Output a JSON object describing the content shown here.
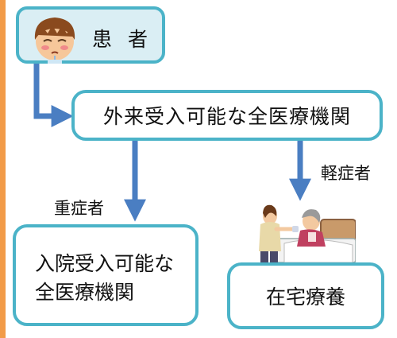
{
  "nodes": {
    "patient": "患 者",
    "outpatient": "外来受入可能な全医療機関",
    "inpatient_line1": "入院受入可能な",
    "inpatient_line2": "全医療機関",
    "homecare": "在宅療養"
  },
  "edges": {
    "severe": "重症者",
    "mild": "軽症者"
  },
  "colors": {
    "box_border": "#4bb3c8",
    "patient_fill": "#daeef4",
    "arrow": "#4a7ec2",
    "left_accent": "#f29b48"
  },
  "icons": [
    "sick-child-icon",
    "home-care-illustration"
  ]
}
